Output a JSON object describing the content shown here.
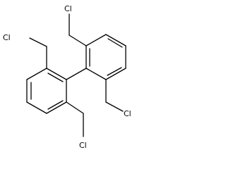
{
  "molecule": {
    "atom_labels": {
      "cl_top_right": "Cl",
      "cl_top_left": "Cl",
      "cl_bottom_right": "Cl",
      "cl_bottom_left": "Cl"
    },
    "bond_color": "#000000"
  }
}
